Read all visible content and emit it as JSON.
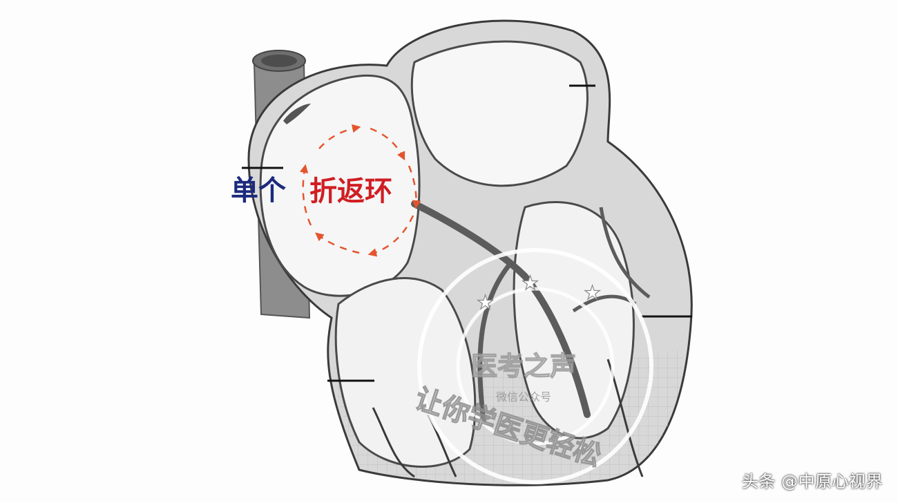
{
  "diagram": {
    "label_single": "单个",
    "label_reentry": "折返环",
    "colors": {
      "label_single": "#1c2a7e",
      "label_reentry": "#d01e23",
      "reentry_arrows": "#e4552d",
      "heart_fill": "#dcdcdc",
      "heart_outline": "#3a3a3a"
    }
  },
  "watermark": {
    "title": "医考之声",
    "subtitle": "微信公众号",
    "arc_text": "让你学医更轻松"
  },
  "credit": "头条 @中原心视界"
}
